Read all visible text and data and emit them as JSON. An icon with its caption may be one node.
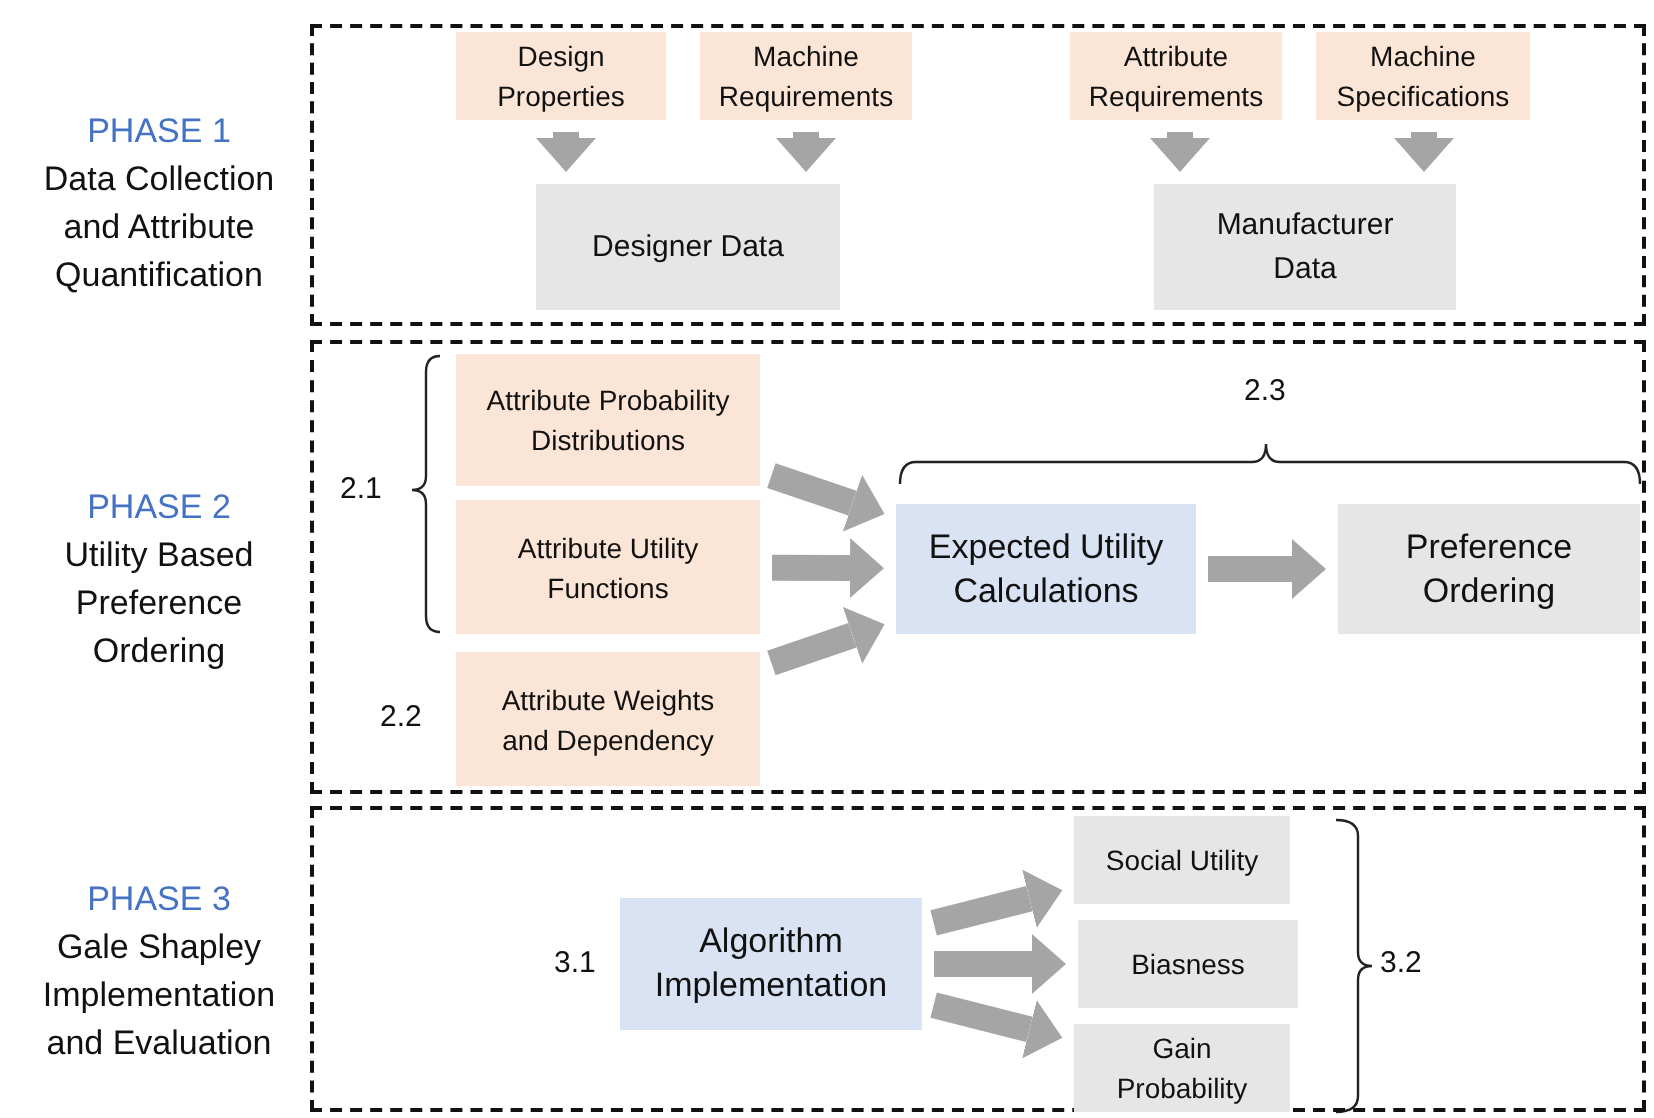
{
  "diagram": {
    "nodes": [
      {
        "text": [
          "PHASE 1",
          "Data Collection and Attribute Quantification"
        ]
      },
      {
        "text": [
          "Design Properties"
        ],
        "in": 0
      },
      {
        "text": [
          "Machine Requirements"
        ],
        "in": 0
      },
      {
        "text": [
          "Designer Data"
        ],
        "in": 0
      },
      {
        "text": [
          "Attribute Requirements"
        ],
        "in": 0
      },
      {
        "text": [
          "Machine Specifications"
        ],
        "in": 0
      },
      {
        "text": [
          "Manufacturer Data"
        ],
        "in": 0
      },
      {
        "text": [
          "PHASE 2",
          "Utility Based Preference Ordering"
        ]
      },
      {
        "text": [
          "Attribute Probability Distributions"
        ],
        "in": 7
      },
      {
        "text": [
          "Attribute Utility Functions"
        ],
        "in": 7
      },
      {
        "text": [
          "Attribute Weights and Dependency"
        ],
        "in": 7,
        "beside": [
          "2.2"
        ]
      },
      {
        "text": [
          "Expected Utility Calculations"
        ],
        "in": 7
      },
      {
        "text": [
          "Preference Ordering"
        ],
        "in": 7
      },
      {
        "text": [
          "PHASE 3",
          "Gale Shapley Implementation and Evaluation"
        ]
      },
      {
        "text": [
          "Algorithm Implementation"
        ],
        "in": 13,
        "beside": [
          "3.1"
        ]
      },
      {
        "text": [
          "Social Utility"
        ],
        "in": 13
      },
      {
        "text": [
          "Biasness"
        ],
        "in": 13
      },
      {
        "text": [
          "Gain Probability"
        ],
        "in": 13
      }
    ],
    "edges": [
      {
        "from": 1,
        "to": 3,
        "arrow": "to"
      },
      {
        "from": 2,
        "to": 3,
        "arrow": "to"
      },
      {
        "from": 4,
        "to": 6,
        "arrow": "to"
      },
      {
        "from": 5,
        "to": 6,
        "arrow": "to"
      },
      {
        "from": 8,
        "to": 11,
        "arrow": "to"
      },
      {
        "from": 9,
        "to": 11,
        "arrow": "to"
      },
      {
        "from": 10,
        "to": 11,
        "arrow": "to"
      },
      {
        "from": 11,
        "to": 12,
        "arrow": "to"
      },
      {
        "from": 14,
        "to": 15,
        "arrow": "to"
      },
      {
        "from": 14,
        "to": 16,
        "arrow": "to"
      },
      {
        "from": 14,
        "to": 17,
        "arrow": "to"
      }
    ],
    "labels": [
      "2.3",
      "2.1",
      "3.2"
    ]
  }
}
